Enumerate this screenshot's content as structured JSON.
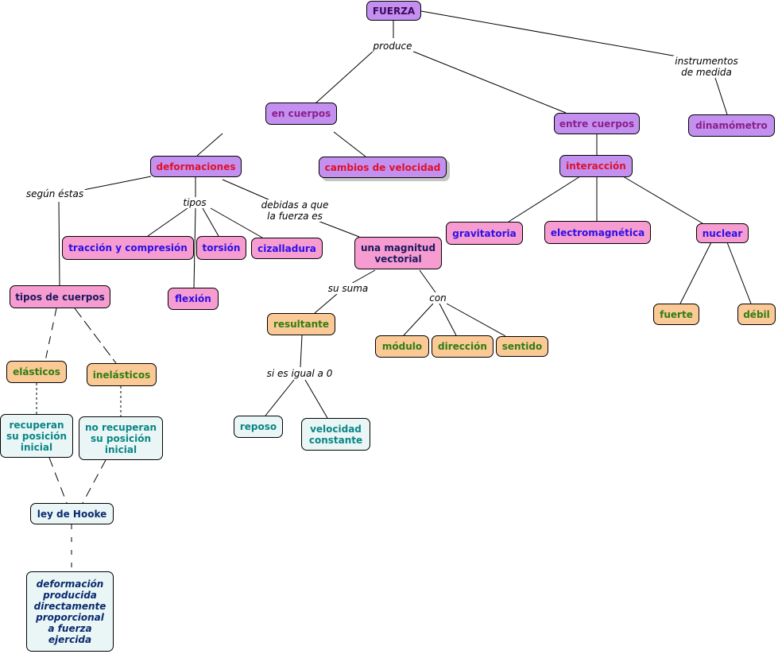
{
  "nodes": {
    "fuerza": "FUERZA",
    "en_cuerpos": "en cuerpos",
    "entre_cuerpos": "entre cuerpos",
    "dinamometro": "dinamómetro",
    "deformaciones": "deformaciones",
    "cambios_velocidad": "cambios de velocidad",
    "interaccion": "interacción",
    "traccion": "tracción y compresión",
    "torsion": "torsión",
    "cizalladura": "cizalladura",
    "flexion": "flexión",
    "magnitud_vectorial": "una magnitud\nvectorial",
    "gravitatoria": "gravitatoria",
    "electromagnetica": "electromagnética",
    "nuclear": "nuclear",
    "fuerte": "fuerte",
    "debil": "débil",
    "tipos_cuerpos": "tipos de cuerpos",
    "resultante": "resultante",
    "modulo": "módulo",
    "direccion": "dirección",
    "sentido": "sentido",
    "elasticos": "elásticos",
    "inelasticos": "inelásticos",
    "recuperan": "recuperan\nsu posición\ninicial",
    "no_recuperan": "no recuperan\nsu posición\ninicial",
    "reposo": "reposo",
    "velocidad_constante": "velocidad\nconstante",
    "ley_hooke": "ley de Hooke",
    "deformacion_producida": "deformación\nproducida\ndirectamente\nproporcional\na fuerza\nejercida"
  },
  "labels": {
    "produce": "produce",
    "instrumentos": "instrumentos\nde medida",
    "segun_estas": "según éstas",
    "tipos": "tipos",
    "debidas": "debidas a que\nla fuerza es",
    "su_suma": "su suma",
    "con": "con",
    "si_es_igual": "si es igual a 0"
  },
  "colors": {
    "lilac": "#c490f0",
    "pink": "#f79cd0",
    "orange": "#fbc996",
    "pale_teal": "#eaf6f6",
    "red_text": "#e0102a",
    "blue_text": "#2a10e8",
    "green_text": "#2e7d14",
    "teal_text": "#0b8585"
  }
}
